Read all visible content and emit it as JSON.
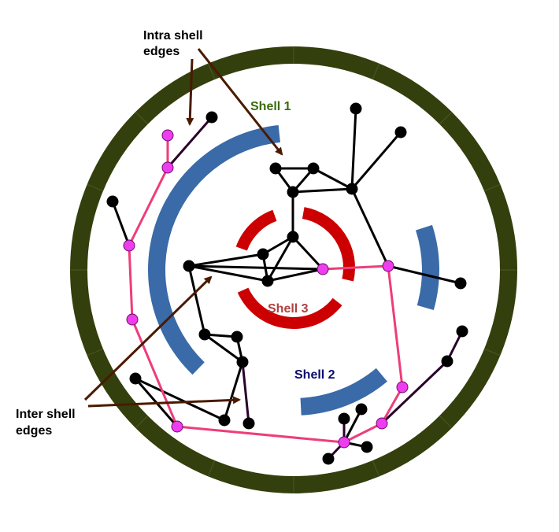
{
  "labels": {
    "shell1": "Shell 1",
    "shell2": "Shell 2",
    "shell3": "Shell 3",
    "intra_line1": "Intra shell",
    "intra_line2": "edges",
    "inter_line1": "Inter shell",
    "inter_line2": "edges"
  },
  "colors": {
    "outer_ring": "#333f0c",
    "shell1_label": "#3a6b0b",
    "shell2_ring": "#3a6aa8",
    "shell2_label": "#0a0a6e",
    "shell3_ring": "#cc0000",
    "shell3_label": "#b04040",
    "node_black": "#000000",
    "node_magenta": "#ee3dee",
    "edge_pink": "#ee3d7a",
    "edge_dark": "#000000",
    "edge_purple": "#2a002a",
    "arrow": "#4a1a00"
  }
}
